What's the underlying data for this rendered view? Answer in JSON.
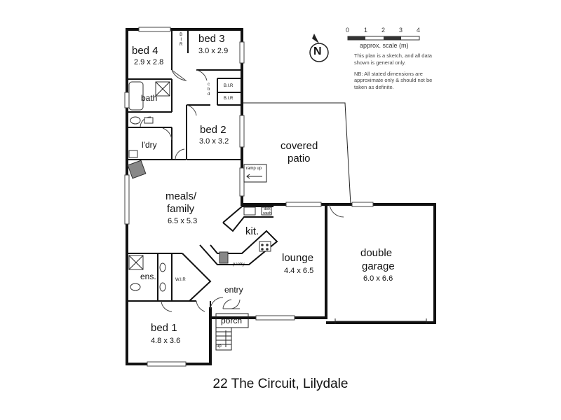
{
  "title": "22 The Circuit, Lilydale",
  "rooms": {
    "bed4": {
      "name": "bed 4",
      "dim": "2.9 x 2.8"
    },
    "bed3": {
      "name": "bed 3",
      "dim": "3.0 x 2.9"
    },
    "bed2": {
      "name": "bed 2",
      "dim": "3.0 x 3.2"
    },
    "bed1": {
      "name": "bed 1",
      "dim": "4.8 x 3.6"
    },
    "bath": {
      "name": "bath"
    },
    "laundry": {
      "name": "l'dry"
    },
    "ensuite": {
      "name": "ens."
    },
    "wir": {
      "name": "W.I.R"
    },
    "meals": {
      "name_line1": "meals/",
      "name_line2": "family",
      "dim": "6.5 x 5.3"
    },
    "kitchen": {
      "name": "kit."
    },
    "lounge": {
      "name": "lounge",
      "dim": "4.4 x 6.5"
    },
    "garage": {
      "name_line1": "double",
      "name_line2": "garage",
      "dim": "6.0 x 6.6"
    },
    "patio": {
      "name_line1": "covered",
      "name_line2": "patio"
    },
    "entry": {
      "name": "entry"
    },
    "porch": {
      "name": "porch"
    }
  },
  "labels": {
    "bir_top": "B\nI\nR",
    "bir1": "B.I.R",
    "bir2": "B.I.R",
    "cbd": "c\nb\nd",
    "ramp_up": "ramp up",
    "dish_wash": "dish wash",
    "pantry": "pantry",
    "stairs_up": "up"
  },
  "scale": {
    "ticks": [
      "0",
      "1",
      "2",
      "3",
      "4"
    ],
    "caption": "approx. scale (m)"
  },
  "north": "N",
  "notes": {
    "line1": "This plan is a sketch, and all data shown is general only.",
    "line2": "NB: All stated dimensions are approximate only & should not be taken as definite."
  }
}
